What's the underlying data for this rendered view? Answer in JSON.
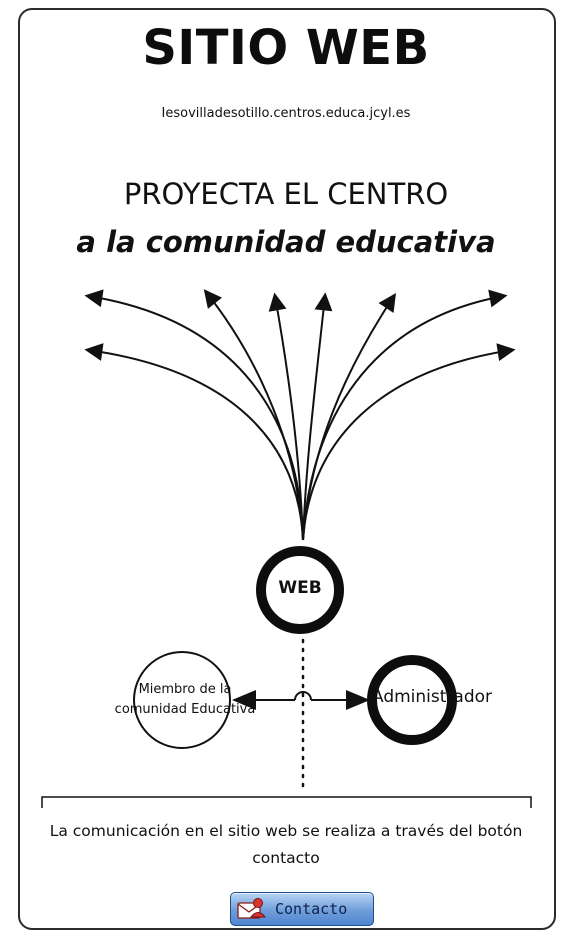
{
  "header": {
    "title": "SITIO WEB",
    "url": "Iesovilladesotillo.centros.educa.jcyl.es"
  },
  "headline": {
    "line1": "PROYECTA EL CENTRO",
    "line2": "a la comunidad educativa"
  },
  "diagram": {
    "web_node": "WEB",
    "member_node": "Miembro de la\ncomunidad Educativa",
    "admin_node": "Administrador"
  },
  "footer": {
    "text": "La comunicación en el sitio web se realiza a través del botón contacto",
    "button_label": "Contacto",
    "button_icon": "envelope-person-icon"
  }
}
